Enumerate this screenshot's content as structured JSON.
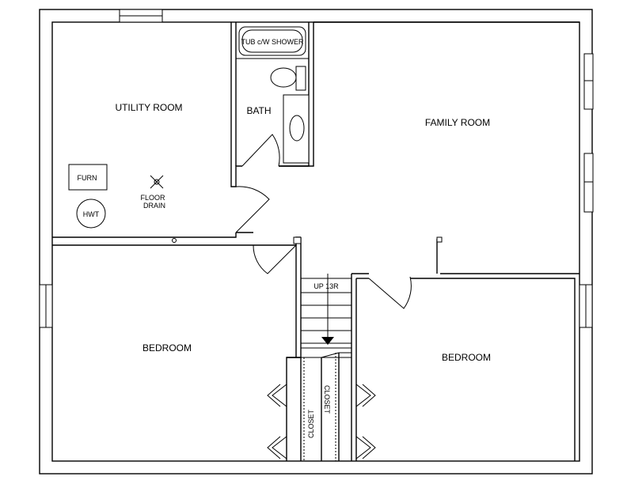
{
  "plan": {
    "rooms": {
      "utility_room": "UTILITY ROOM",
      "bath": "BATH",
      "family_room": "FAMILY ROOM",
      "bedroom_left": "BEDROOM",
      "bedroom_right": "BEDROOM"
    },
    "fixtures": {
      "tub": "TUB c/W SHOWER",
      "furnace": "FURN",
      "water_heater": "HWT",
      "floor_drain_line1": "FLOOR",
      "floor_drain_line2": "DRAIN"
    },
    "stairs": {
      "label": "UP  13R"
    },
    "closets": {
      "left": "CLOSET",
      "right": "CLOSET"
    }
  }
}
